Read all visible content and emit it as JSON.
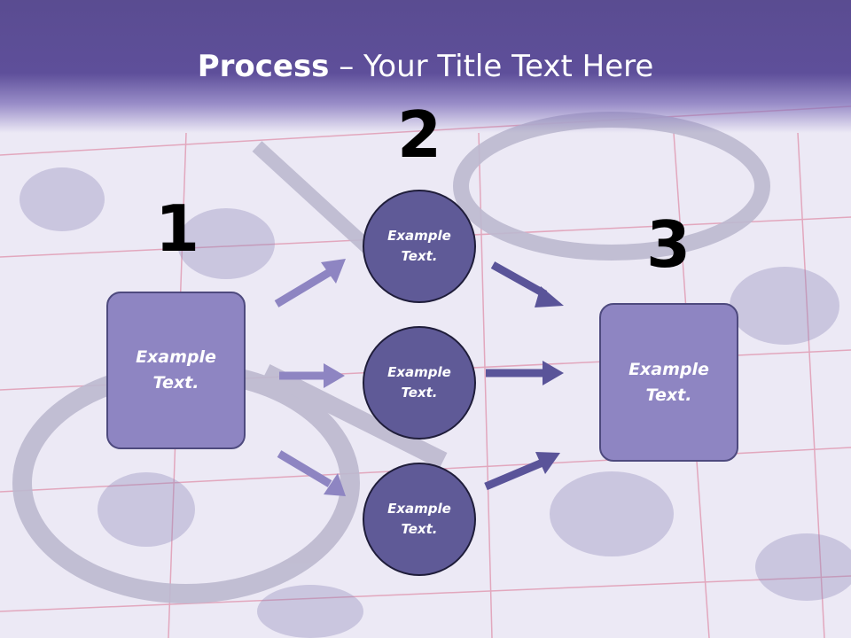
{
  "slide": {
    "title_bold": "Process",
    "title_rest": " – Your Title Text Here",
    "step_numbers": [
      "1",
      "2",
      "3"
    ],
    "left_box_text": "Example\nText.",
    "right_box_text": "Example\nText.",
    "circles": [
      {
        "text": "Example\nText."
      },
      {
        "text": "Example\nText."
      },
      {
        "text": "Example\nText."
      }
    ]
  },
  "colors": {
    "title_bar": "#5e4f9a",
    "box_fill": "#8e85c2",
    "circle_fill": "#5f5a97",
    "left_arrow": "#8e85c2",
    "right_arrow": "#5a5499"
  }
}
